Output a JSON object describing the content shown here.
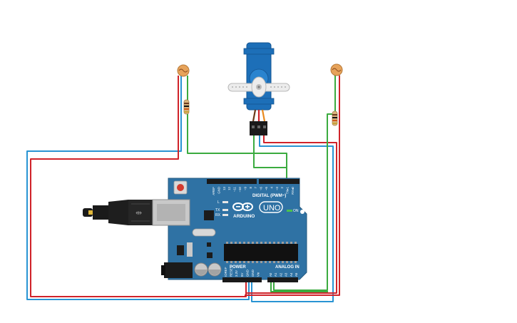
{
  "board": {
    "brand": "ARDUINO",
    "model": "UNO",
    "digital_label": "DIGITAL (PWM~)",
    "power_label": "POWER",
    "analog_label": "ANALOG IN",
    "on_label": "ON",
    "led_labels": [
      "L",
      "TX",
      "RX"
    ],
    "top_pins": [
      "AREF",
      "GND",
      "13",
      "12",
      "~11",
      "~10",
      "~9",
      "8",
      "7",
      "~6",
      "~5",
      "4",
      "~3",
      "2",
      "TX▸1",
      "RX◂0"
    ],
    "power_pins": [
      "IOREF",
      "RESET",
      "3.3V",
      "5V",
      "GND",
      "GND",
      "Vin"
    ],
    "analog_pins": [
      "A0",
      "A1",
      "A2",
      "A3",
      "A4",
      "A5"
    ]
  },
  "colors": {
    "board": "#2f72a4",
    "wire_red": "#d0232a",
    "wire_blue": "#2994d3",
    "wire_green": "#3bab3f",
    "servo": "#1d6fb8",
    "ldr": "#e7a35a"
  },
  "components": {
    "servo": "servo-motor",
    "sensors": [
      "photoresistor-left",
      "photoresistor-right"
    ],
    "resistors": [
      "resistor-left",
      "resistor-right"
    ],
    "cable": "usb-cable"
  }
}
